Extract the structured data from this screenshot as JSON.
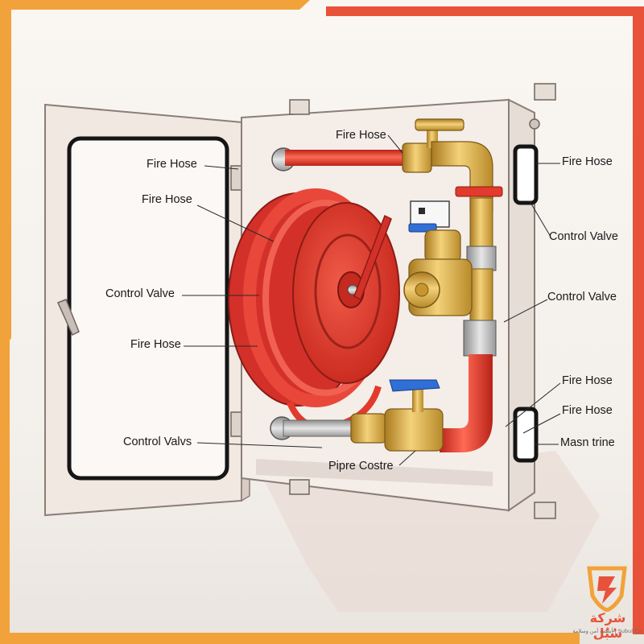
{
  "labels": {
    "door_fire_hose_top": "Fire Hose",
    "door_fire_hose_reel": "Fire Hose",
    "door_control_valve": "Control Valve",
    "door_fire_hose_lower": "Fire Hose",
    "door_control_valvs": "Control Valvs",
    "cabinet_fire_hose_top": "Fire Hose",
    "right_fire_hose_top": "Fire Hose",
    "right_control_valve_upper": "Control Valve",
    "right_control_valve_mid": "Control Valve",
    "right_fire_hose_lower_1": "Fire Hose",
    "right_fire_hose_lower_2": "Fire Hose",
    "right_masn_trine": "Masn trine",
    "bottom_pipre_costre": "Pipre Costre"
  },
  "brand": {
    "name_ar": "شركة سُبُل",
    "tagline": "أنظمة أمن وسلامة | Subul Co."
  },
  "colors": {
    "accent_orange": "#f2a23a",
    "accent_red": "#e8523a",
    "hose_red": "#e0382c",
    "brass": "#d8a838",
    "cabinet": "#f2ebe6",
    "cabinet_edge": "#8a7e76",
    "valve_blue": "#2f6fd6"
  }
}
